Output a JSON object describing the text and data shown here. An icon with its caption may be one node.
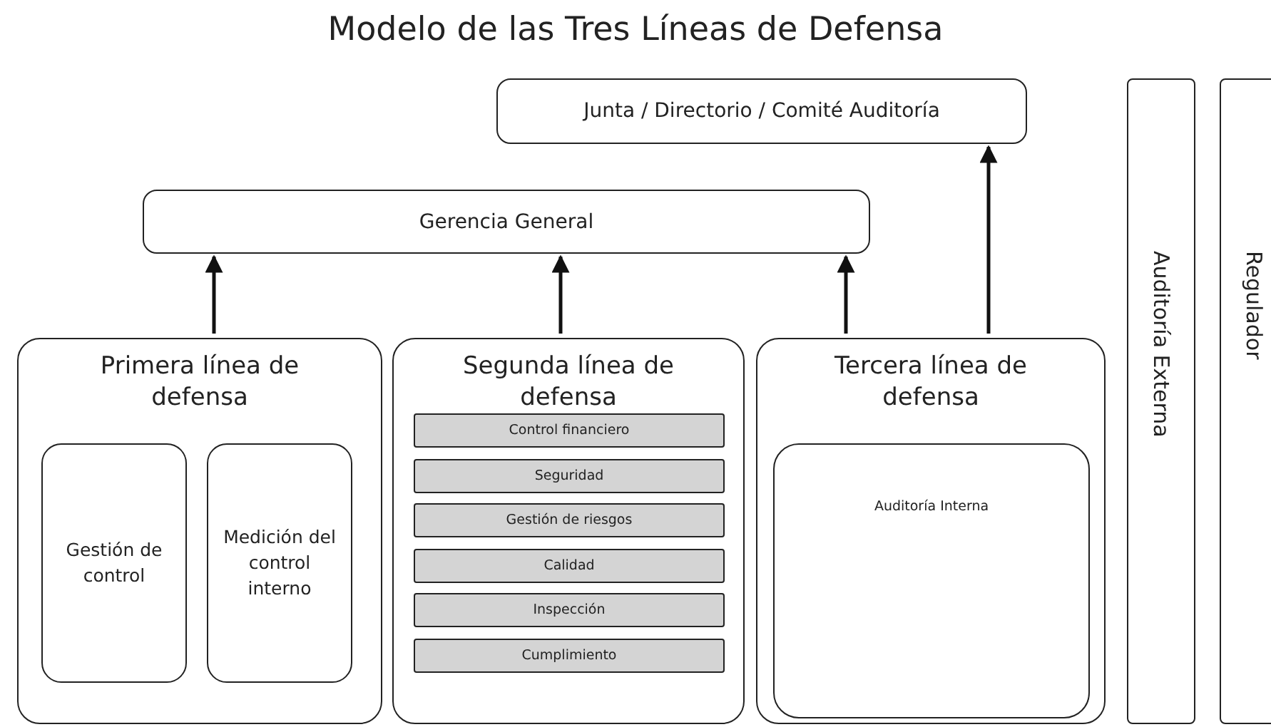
{
  "diagram": {
    "title": "Modelo de las Tres Líneas de Defensa",
    "nodes": [
      {
        "text": [
          "Junta / Directorio / Comité Auditoría"
        ]
      },
      {
        "text": [
          "Gerencia General"
        ]
      },
      {
        "text": [
          "Primera línea de defensa"
        ]
      },
      {
        "text": [
          "Gestión de control"
        ],
        "in": 2
      },
      {
        "text": [
          "Medición del control interno"
        ],
        "in": 2
      },
      {
        "text": [
          "Segunda línea de defensa"
        ]
      },
      {
        "text": [
          "Control financiero"
        ],
        "in": 5
      },
      {
        "text": [
          "Seguridad"
        ],
        "in": 5
      },
      {
        "text": [
          "Gestión de riesgos"
        ],
        "in": 5
      },
      {
        "text": [
          "Calidad"
        ],
        "in": 5
      },
      {
        "text": [
          "Inspección"
        ],
        "in": 5
      },
      {
        "text": [
          "Cumplimiento"
        ],
        "in": 5
      },
      {
        "text": [
          "Tercera línea de defensa"
        ]
      },
      {
        "text": [
          "Auditoría Interna"
        ],
        "in": 12
      },
      {
        "text": [
          "Auditoría Externa"
        ]
      },
      {
        "text": [
          "Regulador"
        ]
      }
    ],
    "edges": [
      {
        "from": 2,
        "to": 1,
        "arrow": "to"
      },
      {
        "from": 5,
        "to": 1,
        "arrow": "to"
      },
      {
        "from": 12,
        "to": 1,
        "arrow": "to"
      },
      {
        "from": 12,
        "to": 0,
        "arrow": "to"
      }
    ]
  }
}
